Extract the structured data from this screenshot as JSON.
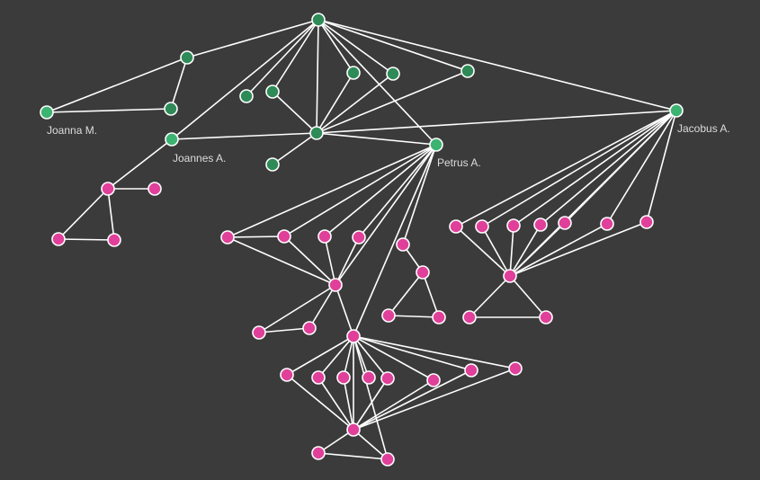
{
  "colors": {
    "background": "#3b3b3b",
    "edge": "#ffffff",
    "node_stroke": "#ffffff",
    "label": "#dcdcdc",
    "group_colors": {
      "person": "#2e8b57",
      "person_light": "#3cb371",
      "member": "#e0409a"
    }
  },
  "labels": {
    "joanna": "Joanna M.",
    "joannes": "Joannes A.",
    "petrus": "Petrus A.",
    "jacobus": "Jacobus A."
  },
  "graph": {
    "nodes": [
      {
        "id": "hub",
        "group": "person"
      },
      {
        "id": "g208",
        "group": "person"
      },
      {
        "id": "joanna",
        "group": "person_light",
        "label_key": "joanna"
      },
      {
        "id": "g190",
        "group": "person"
      },
      {
        "id": "joannes",
        "group": "person_light",
        "label_key": "joannes"
      },
      {
        "id": "g274",
        "group": "person"
      },
      {
        "id": "g303a",
        "group": "person"
      },
      {
        "id": "g393",
        "group": "person"
      },
      {
        "id": "g437",
        "group": "person"
      },
      {
        "id": "g520",
        "group": "person"
      },
      {
        "id": "center",
        "group": "person"
      },
      {
        "id": "g303b",
        "group": "person"
      },
      {
        "id": "petrus",
        "group": "person_light",
        "label_key": "petrus"
      },
      {
        "id": "jacobus",
        "group": "person_light",
        "label_key": "jacobus"
      },
      {
        "id": "p120",
        "group": "member"
      },
      {
        "id": "p172",
        "group": "member"
      },
      {
        "id": "p65",
        "group": "member"
      },
      {
        "id": "p127",
        "group": "member"
      },
      {
        "id": "p253",
        "group": "member"
      },
      {
        "id": "p316",
        "group": "member"
      },
      {
        "id": "p361",
        "group": "member"
      },
      {
        "id": "p399",
        "group": "member"
      },
      {
        "id": "m373",
        "group": "member"
      },
      {
        "id": "p288",
        "group": "member"
      },
      {
        "id": "p344",
        "group": "member"
      },
      {
        "id": "p448",
        "group": "member"
      },
      {
        "id": "p470",
        "group": "member"
      },
      {
        "id": "p432",
        "group": "member"
      },
      {
        "id": "p488",
        "group": "member"
      },
      {
        "id": "m393",
        "group": "member"
      },
      {
        "id": "p319",
        "group": "member"
      },
      {
        "id": "p354",
        "group": "member"
      },
      {
        "id": "p382",
        "group": "member"
      },
      {
        "id": "p410",
        "group": "member"
      },
      {
        "id": "p431",
        "group": "member"
      },
      {
        "id": "p482",
        "group": "member"
      },
      {
        "id": "p524",
        "group": "member"
      },
      {
        "id": "p573",
        "group": "member"
      },
      {
        "id": "m393b",
        "group": "member"
      },
      {
        "id": "p354b",
        "group": "member"
      },
      {
        "id": "p431b",
        "group": "member"
      },
      {
        "id": "p507",
        "group": "member"
      },
      {
        "id": "p536",
        "group": "member"
      },
      {
        "id": "p571",
        "group": "member"
      },
      {
        "id": "p601",
        "group": "member"
      },
      {
        "id": "p628",
        "group": "member"
      },
      {
        "id": "p675",
        "group": "member"
      },
      {
        "id": "p719",
        "group": "member"
      },
      {
        "id": "m567",
        "group": "member"
      },
      {
        "id": "p522",
        "group": "member"
      },
      {
        "id": "p607",
        "group": "member"
      }
    ],
    "edges": [
      [
        "hub",
        "g208"
      ],
      [
        "g208",
        "joanna"
      ],
      [
        "g208",
        "g190"
      ],
      [
        "joanna",
        "g190"
      ],
      [
        "hub",
        "joannes"
      ],
      [
        "hub",
        "g274"
      ],
      [
        "hub",
        "g303a"
      ],
      [
        "hub",
        "g393"
      ],
      [
        "hub",
        "g437"
      ],
      [
        "hub",
        "g520"
      ],
      [
        "hub",
        "center"
      ],
      [
        "hub",
        "petrus"
      ],
      [
        "hub",
        "jacobus"
      ],
      [
        "joannes",
        "center"
      ],
      [
        "g303a",
        "center"
      ],
      [
        "g393",
        "center"
      ],
      [
        "g437",
        "center"
      ],
      [
        "g520",
        "center"
      ],
      [
        "g303b",
        "center"
      ],
      [
        "center",
        "petrus"
      ],
      [
        "center",
        "jacobus"
      ],
      [
        "joannes",
        "p120"
      ],
      [
        "p120",
        "p172"
      ],
      [
        "p120",
        "p65"
      ],
      [
        "p120",
        "p127"
      ],
      [
        "p65",
        "p127"
      ],
      [
        "p253",
        "p316"
      ],
      [
        "p253",
        "m373"
      ],
      [
        "p316",
        "m373"
      ],
      [
        "p361",
        "m373"
      ],
      [
        "p399",
        "m373"
      ],
      [
        "p288",
        "p344"
      ],
      [
        "p288",
        "m373"
      ],
      [
        "p344",
        "m373"
      ],
      [
        "m373",
        "m393"
      ],
      [
        "p448",
        "p470"
      ],
      [
        "p470",
        "p432"
      ],
      [
        "p470",
        "p488"
      ],
      [
        "p432",
        "p488"
      ],
      [
        "petrus",
        "p253"
      ],
      [
        "petrus",
        "p316"
      ],
      [
        "petrus",
        "p361"
      ],
      [
        "petrus",
        "p399"
      ],
      [
        "petrus",
        "m373"
      ],
      [
        "petrus",
        "p448"
      ],
      [
        "petrus",
        "m393"
      ],
      [
        "m393",
        "p319"
      ],
      [
        "m393",
        "p354"
      ],
      [
        "m393",
        "p382"
      ],
      [
        "m393",
        "p410"
      ],
      [
        "m393",
        "p431"
      ],
      [
        "m393",
        "p482"
      ],
      [
        "m393",
        "p524"
      ],
      [
        "m393",
        "p573"
      ],
      [
        "m393",
        "m393b"
      ],
      [
        "m393",
        "p431b"
      ],
      [
        "p319",
        "m393b"
      ],
      [
        "p354",
        "m393b"
      ],
      [
        "p382",
        "m393b"
      ],
      [
        "p431",
        "m393b"
      ],
      [
        "p482",
        "m393b"
      ],
      [
        "p524",
        "m393b"
      ],
      [
        "p573",
        "m393b"
      ],
      [
        "p354b",
        "m393b"
      ],
      [
        "p354b",
        "p431b"
      ],
      [
        "m393b",
        "p431b"
      ],
      [
        "jacobus",
        "p507"
      ],
      [
        "jacobus",
        "p536"
      ],
      [
        "jacobus",
        "p571"
      ],
      [
        "jacobus",
        "p601"
      ],
      [
        "jacobus",
        "p628"
      ],
      [
        "jacobus",
        "p675"
      ],
      [
        "jacobus",
        "p719"
      ],
      [
        "jacobus",
        "m567"
      ],
      [
        "p507",
        "m567"
      ],
      [
        "p536",
        "m567"
      ],
      [
        "p571",
        "m567"
      ],
      [
        "p601",
        "m567"
      ],
      [
        "p628",
        "m567"
      ],
      [
        "p675",
        "m567"
      ],
      [
        "p719",
        "m567"
      ],
      [
        "m567",
        "p522"
      ],
      [
        "m567",
        "p607"
      ],
      [
        "p522",
        "p607"
      ]
    ]
  }
}
